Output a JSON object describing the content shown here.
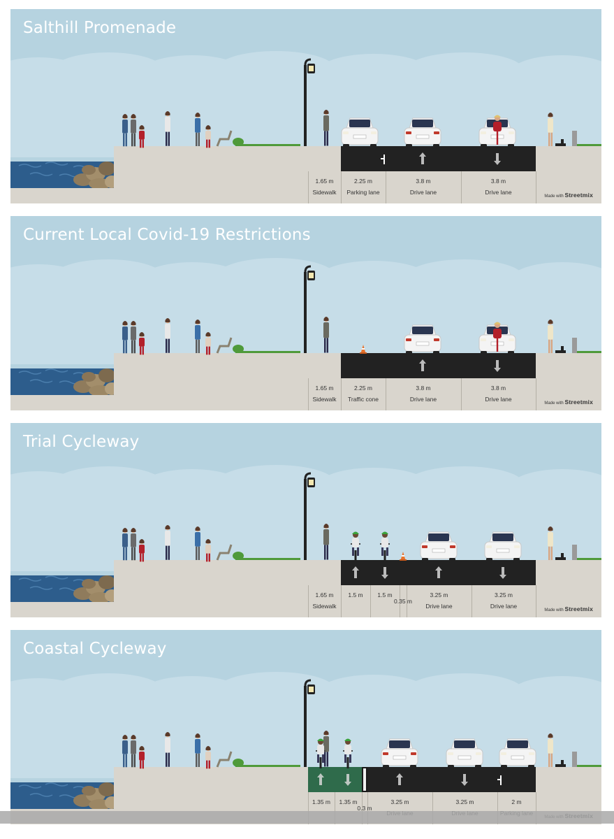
{
  "credit": {
    "prefix": "Made with",
    "brand": "Streetmix"
  },
  "panels": [
    {
      "title": "Salthill Promenade",
      "segments": [
        {
          "width": "1.65 m",
          "name": "Sidewalk"
        },
        {
          "width": "2.25 m",
          "name": "Parking lane"
        },
        {
          "width": "3.8 m",
          "name": "Drive lane"
        },
        {
          "width": "3.8 m",
          "name": "Drive lane"
        }
      ]
    },
    {
      "title": "Current Local Covid-19 Restrictions",
      "segments": [
        {
          "width": "1.65 m",
          "name": "Sidewalk"
        },
        {
          "width": "2.25 m",
          "name": "Traffic cone"
        },
        {
          "width": "3.8 m",
          "name": "Drive lane"
        },
        {
          "width": "3.8 m",
          "name": "Drive lane"
        }
      ]
    },
    {
      "title": "Trial Cycleway",
      "segments": [
        {
          "width": "1.65 m",
          "name": "Sidewalk"
        },
        {
          "width": "1.5 m",
          "name": ""
        },
        {
          "width": "1.5 m",
          "name": ""
        },
        {
          "width": "0.35 m",
          "name": ""
        },
        {
          "width": "3.25 m",
          "name": "Drive lane"
        },
        {
          "width": "3.25 m",
          "name": "Drive lane"
        }
      ]
    },
    {
      "title": "Coastal Cycleway",
      "segments": [
        {
          "width": "1.35 m",
          "name": ""
        },
        {
          "width": "1.35 m",
          "name": ""
        },
        {
          "width": "0.3 m",
          "name": ""
        },
        {
          "width": "3.25 m",
          "name": "Drive lane"
        },
        {
          "width": "3.25 m",
          "name": "Drive lane"
        },
        {
          "width": "2 m",
          "name": "Parking lane"
        }
      ]
    }
  ],
  "colors": {
    "sky": "#b6d3e0",
    "sky_cloud": "#c6dde8",
    "sea": "#2d5d8c",
    "pavement": "#d9d5cd",
    "asphalt": "#222222",
    "bike_lane": "#2f6b4b",
    "title": "#ffffff"
  }
}
